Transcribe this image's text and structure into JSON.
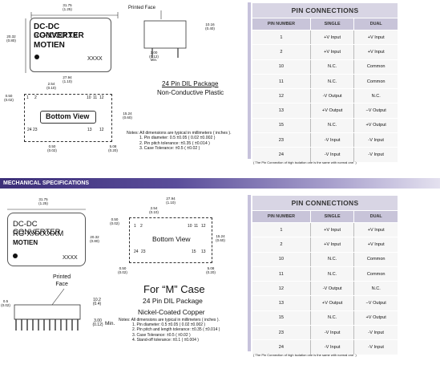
{
  "top": {
    "width_dim": "31.75",
    "width_dim_in": "(1.25)",
    "height_dim": "20.32",
    "height_dim_in": "(0.80)",
    "module_line1": "DC-DC CONVERTER",
    "module_line2": "RG-XXXXXX",
    "module_brand": "MOTIEN",
    "module_code": "XXXX",
    "printed_face": "Printed Face",
    "side_h": "10.16",
    "side_h_in": "(0.40)",
    "lead_len": "3.00",
    "lead_len_in": "(0.12)",
    "lead_min": "Min.",
    "bottom_w": "27.94",
    "bottom_w_in": "(1.10)",
    "pin_off": "2.54",
    "pin_off_in": "(0.10)",
    "left_off": "0.50",
    "left_off_in": "(0.02)",
    "row_h": "15.24",
    "row_h_in": "(0.60)",
    "bottom_left": "0.50",
    "bottom_left_in": "(0.02)",
    "bottom_right": "5.08",
    "bottom_right_in": "(0.20)",
    "bottom_view": "Bottom View",
    "pin1": "1",
    "pin2": "2",
    "pin10": "10",
    "pin11": "11",
    "pin12": "12",
    "pin24": "24",
    "pin23": "23",
    "pin13": "13",
    "pin12b": "12",
    "pkg": "24 Pin DIL Package",
    "pkg_sub": "Non-Conductive Plastic",
    "notes_head": "Notes: All dimensions are typical in millimeters ( inches ).",
    "notes": [
      "1. Pin diameter: 0.5 ±0.05 ( 0.02 ±0.002 )",
      "2. Pin pitch tolerance: ±0.35 ( ±0.014 )",
      "3. Case Tolerance: ±0.5 ( ±0.02 )"
    ],
    "table_title": "PIN CONNECTIONS",
    "headers": [
      "PIN NUMBER",
      "SINGLE",
      "DUAL"
    ],
    "rows": [
      [
        "1",
        "+V Input",
        "+V Input"
      ],
      [
        "2",
        "+V Input",
        "+V Input"
      ],
      [
        "10",
        "N.C.",
        "Common"
      ],
      [
        "11",
        "N.C.",
        "Common"
      ],
      [
        "12",
        "-V Output",
        "N.C."
      ],
      [
        "13",
        "+V Output",
        "−V Output"
      ],
      [
        "15",
        "N.C.",
        "+V Output"
      ],
      [
        "23",
        "-V Input",
        "-V Input"
      ],
      [
        "24",
        "-V Input",
        "-V Input"
      ]
    ],
    "footnote": "( The Pin Connection of high isolation one is the same with normal one. )"
  },
  "section_title": "MECHANICAL SPECIFICATIONS",
  "bottom": {
    "width_dim": "31.75",
    "width_dim_in": "(1.25)",
    "height_dim": "20.32",
    "height_dim_in": "(0.80)",
    "module_line1": "DC-DC CONVERTER",
    "module_line2": "RG-XXXXXXM",
    "module_brand": "MOTIEN",
    "module_code": "XXXX",
    "bottom_w": "27.94",
    "bottom_w_in": "(1.10)",
    "pin_off": "2.54",
    "pin_off_in": "(0.10)",
    "left_off": "0.50",
    "left_off_in": "(0.02)",
    "row_h": "15.24",
    "row_h_in": "(0.60)",
    "bl": "0.50",
    "bl_in": "(0.02)",
    "br": "5.08",
    "br_in": "(0.20)",
    "bottom_view": "Bottom View",
    "pin1": "1",
    "pin2": "2",
    "pin10": "10",
    "pin11": "11",
    "pin12": "12",
    "pin24": "24",
    "pin23": "23",
    "pin15": "15",
    "pin13": "13",
    "printed_face": "Printed\nFace",
    "side_left": "0.5",
    "side_left_in": "(0.02)",
    "side_h": "10.2",
    "side_h_in": "(0.4)",
    "lead": "3.00",
    "lead_in": "(0.12)",
    "lead_min": "Min.",
    "m_case": "For “M” Case",
    "pkg": "24 Pin DIL Package",
    "pkg_sub": "Nickel-Coated Copper",
    "notes_head": "Notes: All dimensions are typical in millimeters ( inches ).",
    "notes": [
      "1. Pin diameter: 0.5 ±0.05 ( 0.02 ±0.002 )",
      "2. Pin pitch and length tolerance: ±0.35 ( ±0.014 )",
      "3. Case Tolerance: ±0.5 ( ±0.02 )",
      "4. Stand-off tolerance: ±0.1 ( ±0.004 )"
    ],
    "table_title": "PIN CONNECTIONS",
    "headers": [
      "PIN NUMBER",
      "SINGLE",
      "DUAL"
    ],
    "rows": [
      [
        "1",
        "+V Input",
        "+V Input"
      ],
      [
        "2",
        "+V Input",
        "+V Input"
      ],
      [
        "10",
        "N.C.",
        "Common"
      ],
      [
        "11",
        "N.C.",
        "Common"
      ],
      [
        "12",
        "-V Output",
        "N.C."
      ],
      [
        "13",
        "+V Output",
        "−V Output"
      ],
      [
        "15",
        "N.C.",
        "+V Output"
      ],
      [
        "23",
        "-V Input",
        "-V Input"
      ],
      [
        "24",
        "-V Input",
        "-V Input"
      ]
    ],
    "footnote": "( The Pin Connection of high isolation one is the same with normal one. )"
  }
}
